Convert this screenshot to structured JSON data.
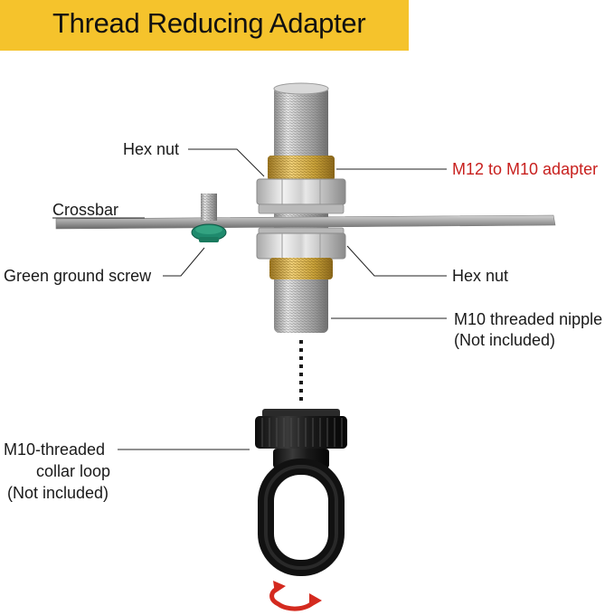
{
  "banner": {
    "title": "Thread Reducing Adapter",
    "color": "#f5c32c"
  },
  "labels": {
    "hex_nut_top": "Hex nut",
    "adapter": "M12 to M10 adapter",
    "crossbar": "Crossbar",
    "green_screw": "Green ground screw",
    "hex_nut_bottom": "Hex nut",
    "nipple_line1": "M10 threaded nipple",
    "nipple_line2": "(Not included)",
    "collar_line1": "M10-threaded",
    "collar_line2": "collar loop",
    "collar_line3": "(Not included)"
  },
  "colors": {
    "accent": "#c8201e",
    "brass": "#c9a23a",
    "ground_screw": "#1f8a6d",
    "loop": "#1a1a1a"
  },
  "icons": {
    "rotate": "rotate-arrows-icon"
  }
}
